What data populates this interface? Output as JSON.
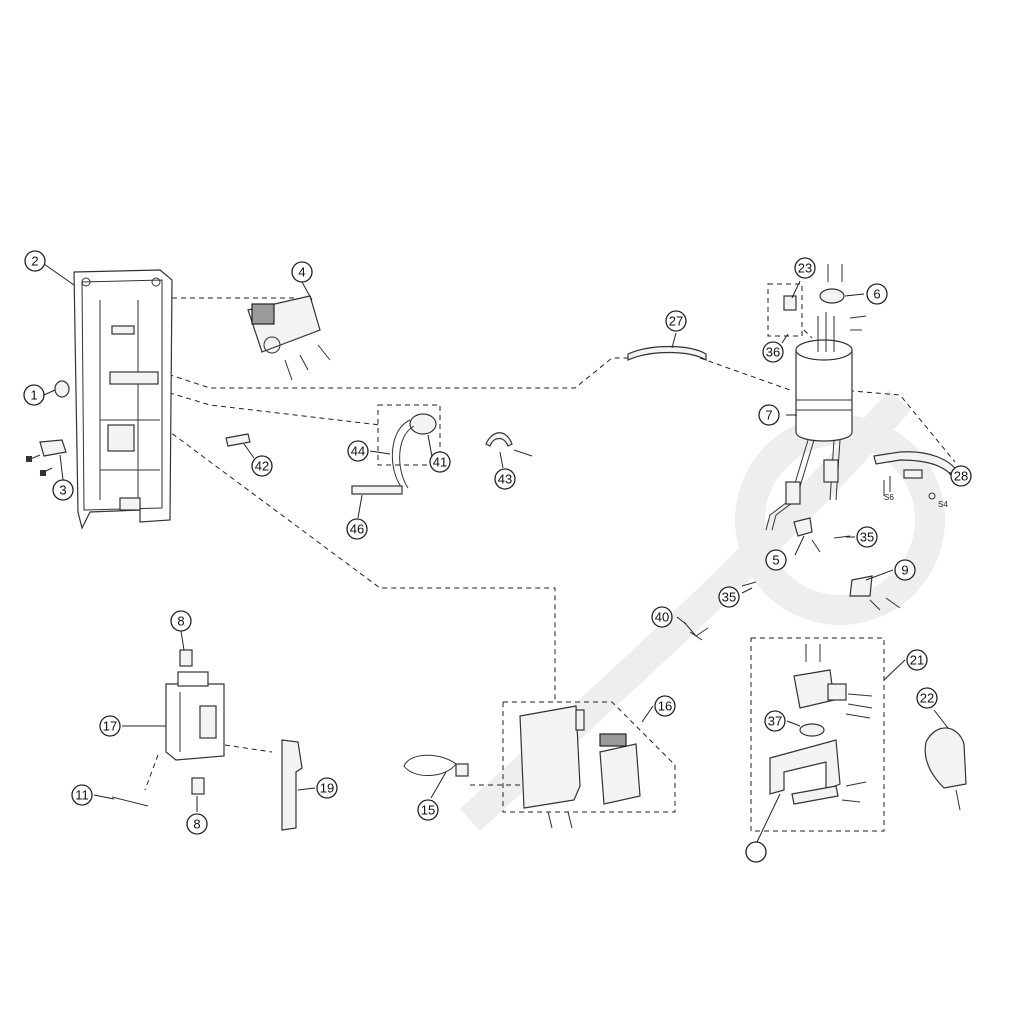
{
  "diagram": {
    "callouts": [
      "1",
      "2",
      "3",
      "4",
      "5",
      "6",
      "7",
      "8",
      "8",
      "9",
      "11",
      "15",
      "16",
      "17",
      "19",
      "21",
      "22",
      "23",
      "27",
      "28",
      "35",
      "35",
      "36",
      "37",
      "40",
      "41",
      "42",
      "43",
      "44",
      "46"
    ],
    "small_labels": [
      "S6",
      "S4"
    ]
  }
}
